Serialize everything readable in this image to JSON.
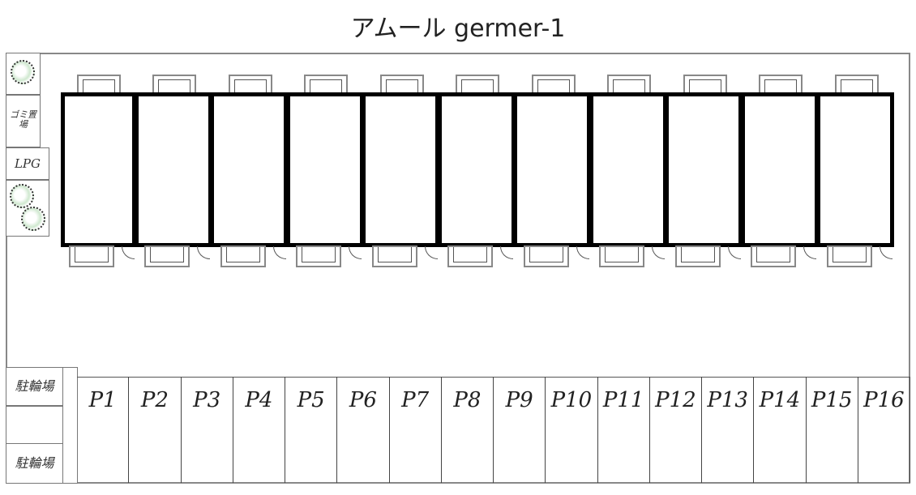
{
  "title": "アムール germer-1",
  "left_facilities": {
    "garbage": "ゴミ置場",
    "lpg": "LPG",
    "bicycle_top": "駐輪場",
    "bicycle_bottom": "駐輪場"
  },
  "unit_count": 11,
  "parking": [
    "P1",
    "P2",
    "P3",
    "P4",
    "P5",
    "P6",
    "P7",
    "P8",
    "P9",
    "P10",
    "P11",
    "P12",
    "P13",
    "P14",
    "P15",
    "P16"
  ]
}
